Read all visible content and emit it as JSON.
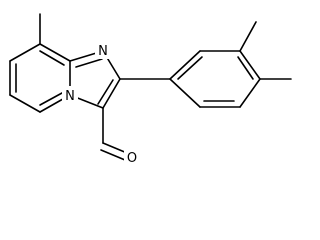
{
  "structure": {
    "atoms": [
      {
        "id": "N1",
        "symbol": "N",
        "label": "N"
      },
      {
        "id": "N4",
        "symbol": "N",
        "label": "N"
      },
      {
        "id": "O",
        "symbol": "O",
        "label": "O"
      }
    ],
    "colors": {
      "bond": "#000000",
      "label": "#000000",
      "background": "#ffffff"
    }
  }
}
